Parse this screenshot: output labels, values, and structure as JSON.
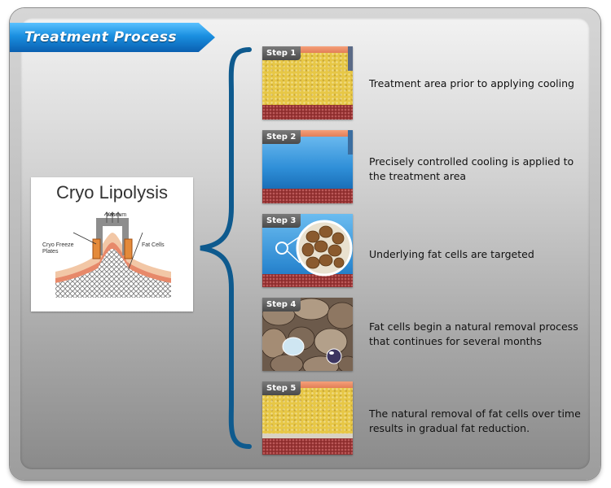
{
  "header": {
    "title": "Treatment Process"
  },
  "diagram": {
    "title": "Cryo Lipolysis",
    "labels": {
      "vacuum": "Vacuum",
      "cryo_freeze_plates": "Cryo Freeze Plates",
      "fat_cells": "Fat Cells"
    }
  },
  "steps": [
    {
      "label": "Step 1",
      "text": "Treatment area prior to applying cooling"
    },
    {
      "label": "Step 2",
      "text": "Precisely controlled cooling is applied to the treatment area"
    },
    {
      "label": "Step 3",
      "text": "Underlying fat cells are targeted"
    },
    {
      "label": "Step 4",
      "text": "Fat cells begin a natural removal process that continues for several months"
    },
    {
      "label": "Step 5",
      "text": "The natural removal of fat cells over time results in gradual fat reduction."
    }
  ],
  "colors": {
    "banner": "#1a8fe0",
    "brace": "#0e5a8e",
    "fat": "#e7c746",
    "muscle": "#8e2d2d",
    "cooling": "#2f8fd8"
  }
}
